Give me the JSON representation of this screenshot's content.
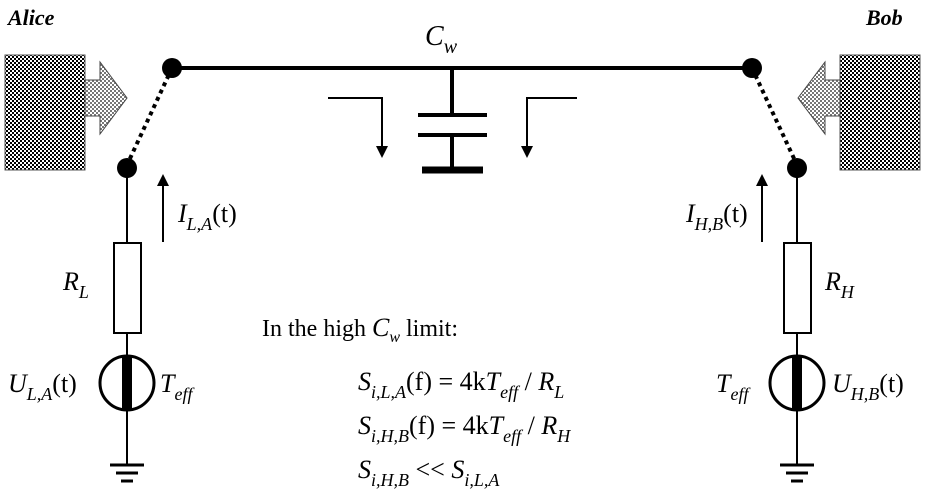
{
  "labels": {
    "alice": "Alice",
    "bob": "Bob",
    "wire_capacitance": {
      "main": "C",
      "sub": "w"
    },
    "current_left": {
      "main": "I",
      "sub": "L,A",
      "arg": "(t)"
    },
    "current_right": {
      "main": "I",
      "sub": "H,B",
      "arg": "(t)"
    },
    "resistor_left": {
      "main": "R",
      "sub": "L"
    },
    "resistor_right": {
      "main": "R",
      "sub": "H"
    },
    "voltage_left": {
      "main": "U",
      "sub": "L,A",
      "arg": "(t)"
    },
    "voltage_right": {
      "main": "U",
      "sub": "H,B",
      "arg": "(t)"
    },
    "temp_left": {
      "main": "T",
      "sub": "eff"
    },
    "temp_right": {
      "main": "T",
      "sub": "eff"
    }
  },
  "note": {
    "prefix": "In the high ",
    "var_main": "C",
    "var_sub": "w",
    "suffix": " limit:"
  },
  "equations": [
    {
      "lhs_main": "S",
      "lhs_sub": "i,L,A",
      "arg": "(f) = 4k",
      "t_main": "T",
      "t_sub": "eff",
      "div": " / ",
      "r_main": "R",
      "r_sub": "L"
    },
    {
      "lhs_main": "S",
      "lhs_sub": "i,H,B",
      "arg": "(f) = 4k",
      "t_main": "T",
      "t_sub": "eff",
      "div": " / ",
      "r_main": "R",
      "r_sub": "H"
    },
    {
      "a_main": "S",
      "a_sub": "i,H,B",
      "op": " << ",
      "b_main": "S",
      "b_sub": "i,L,A"
    }
  ]
}
